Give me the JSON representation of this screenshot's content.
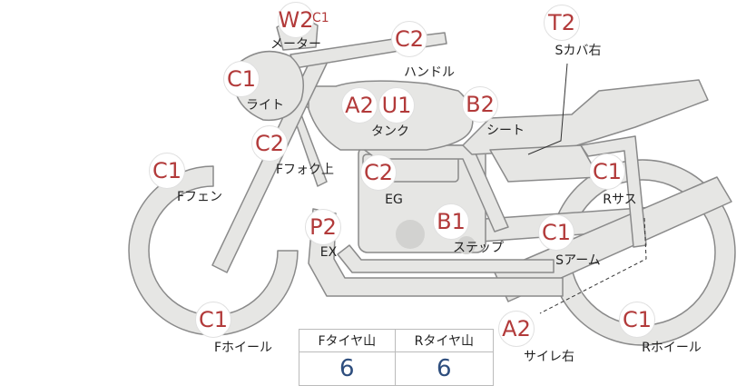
{
  "parts": [
    {
      "id": "meter",
      "grade": "W2",
      "grade_small": "C1",
      "label": "メーター"
    },
    {
      "id": "handle",
      "grade": "C2",
      "label": "ハンドル"
    },
    {
      "id": "s-cover-right",
      "grade": "T2",
      "label": "Sカバ右"
    },
    {
      "id": "light",
      "grade": "C1",
      "label": "ライト"
    },
    {
      "id": "tank-a",
      "grade": "A2",
      "label": "タンク"
    },
    {
      "id": "tank-u",
      "grade": "U1"
    },
    {
      "id": "seat",
      "grade": "B2",
      "label": "シート"
    },
    {
      "id": "f-fork-upper",
      "grade": "C2",
      "label": "Fフォク上"
    },
    {
      "id": "f-fender",
      "grade": "C1",
      "label": "Fフェン"
    },
    {
      "id": "engine",
      "grade": "C2",
      "label": "EG"
    },
    {
      "id": "r-suspension",
      "grade": "C1",
      "label": "Rサス"
    },
    {
      "id": "exhaust",
      "grade": "P2",
      "label": "EX"
    },
    {
      "id": "step",
      "grade": "B1",
      "label": "ステップ"
    },
    {
      "id": "swing-arm",
      "grade": "C1",
      "label": "Sアーム"
    },
    {
      "id": "f-wheel",
      "grade": "C1",
      "label": "Fホイール"
    },
    {
      "id": "silencer-right",
      "grade": "A2",
      "label": "サイレ右"
    },
    {
      "id": "r-wheel",
      "grade": "C1",
      "label": "Rホイール"
    }
  ],
  "tread_table": {
    "front_label": "Fタイヤ山",
    "rear_label": "Rタイヤ山",
    "front_value": "6",
    "rear_value": "6"
  },
  "colors": {
    "grade": "#b23a3a",
    "silhouette_fill": "#e6e6e4",
    "silhouette_stroke": "#8a8a8a",
    "tread_value": "#2e4e7e"
  }
}
